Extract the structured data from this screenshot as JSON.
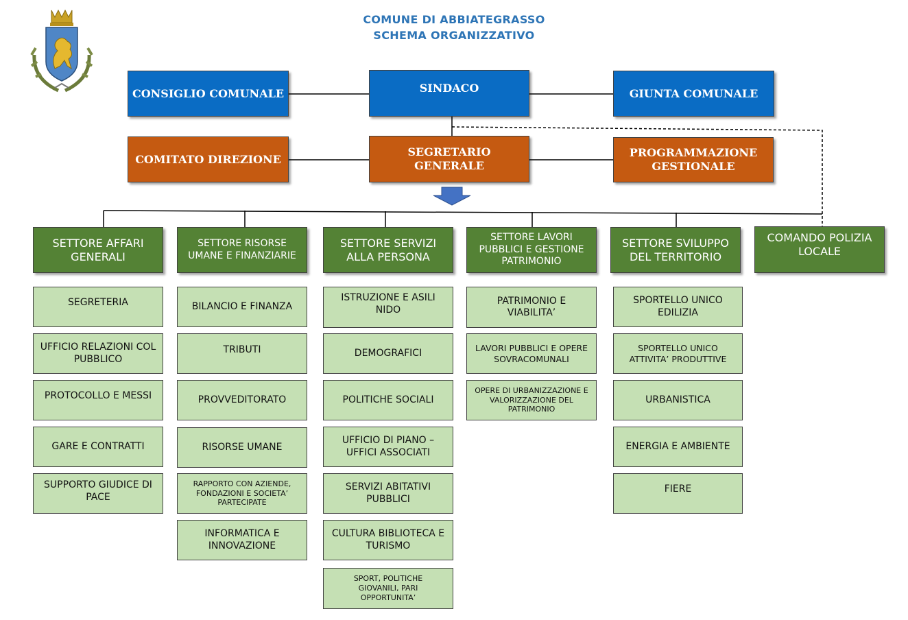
{
  "header": {
    "title_line1": "COMUNE DI ABBIATEGRASSO",
    "title_line2": "SCHEMA ORGANIZZATIVO"
  },
  "colors": {
    "title": "#2e75b6",
    "governance": "#0a6cc4",
    "management": "#c55a11",
    "sector": "#548235",
    "office": "#c5e0b4"
  },
  "governance": {
    "consiglio": "CONSIGLIO COMUNALE",
    "sindaco": "SINDACO",
    "giunta": "GIUNTA COMUNALE"
  },
  "management": {
    "comitato": "COMITATO DIREZIONE",
    "segretario": "SEGRETARIO GENERALE",
    "programmazione": "PROGRAMMAZIONE GESTIONALE"
  },
  "sectors": [
    {
      "name": "SETTORE AFFARI GENERALI",
      "offices": [
        "SEGRETERIA",
        "UFFICIO RELAZIONI COL PUBBLICO",
        "PROTOCOLLO E MESSI",
        "GARE E CONTRATTI",
        "SUPPORTO GIUDICE DI PACE"
      ]
    },
    {
      "name": "SETTORE RISORSE UMANE E FINANZIARIE",
      "offices": [
        "BILANCIO E FINANZA",
        "TRIBUTI",
        "PROVVEDITORATO",
        "RISORSE UMANE",
        "RAPPORTO CON AZIENDE, FONDAZIONI E SOCIETA’ PARTECIPATE",
        "INFORMATICA E INNOVAZIONE"
      ]
    },
    {
      "name": "SETTORE SERVIZI ALLA PERSONA",
      "offices": [
        "ISTRUZIONE E ASILI NIDO",
        "DEMOGRAFICI",
        "POLITICHE SOCIALI",
        "UFFICIO DI PIANO – UFFICI ASSOCIATI",
        "SERVIZI ABITATIVI PUBBLICI",
        "CULTURA BIBLIOTECA E TURISMO",
        "SPORT, POLITICHE GIOVANILI, PARI OPPORTUNITA’"
      ]
    },
    {
      "name": "SETTORE LAVORI PUBBLICI E GESTIONE PATRIMONIO",
      "offices": [
        "PATRIMONIO E VIABILITA’",
        "LAVORI PUBBLICI E OPERE SOVRACOMUNALI",
        "OPERE DI URBANIZZAZIONE E VALORIZZAZIONE DEL PATRIMONIO"
      ]
    },
    {
      "name": "SETTORE SVILUPPO DEL TERRITORIO",
      "offices": [
        "SPORTELLO UNICO EDILIZIA",
        "SPORTELLO UNICO ATTIVITA’ PRODUTTIVE",
        "URBANISTICA",
        "ENERGIA E AMBIENTE",
        "FIERE"
      ]
    },
    {
      "name": "COMANDO POLIZIA LOCALE",
      "offices": []
    }
  ]
}
